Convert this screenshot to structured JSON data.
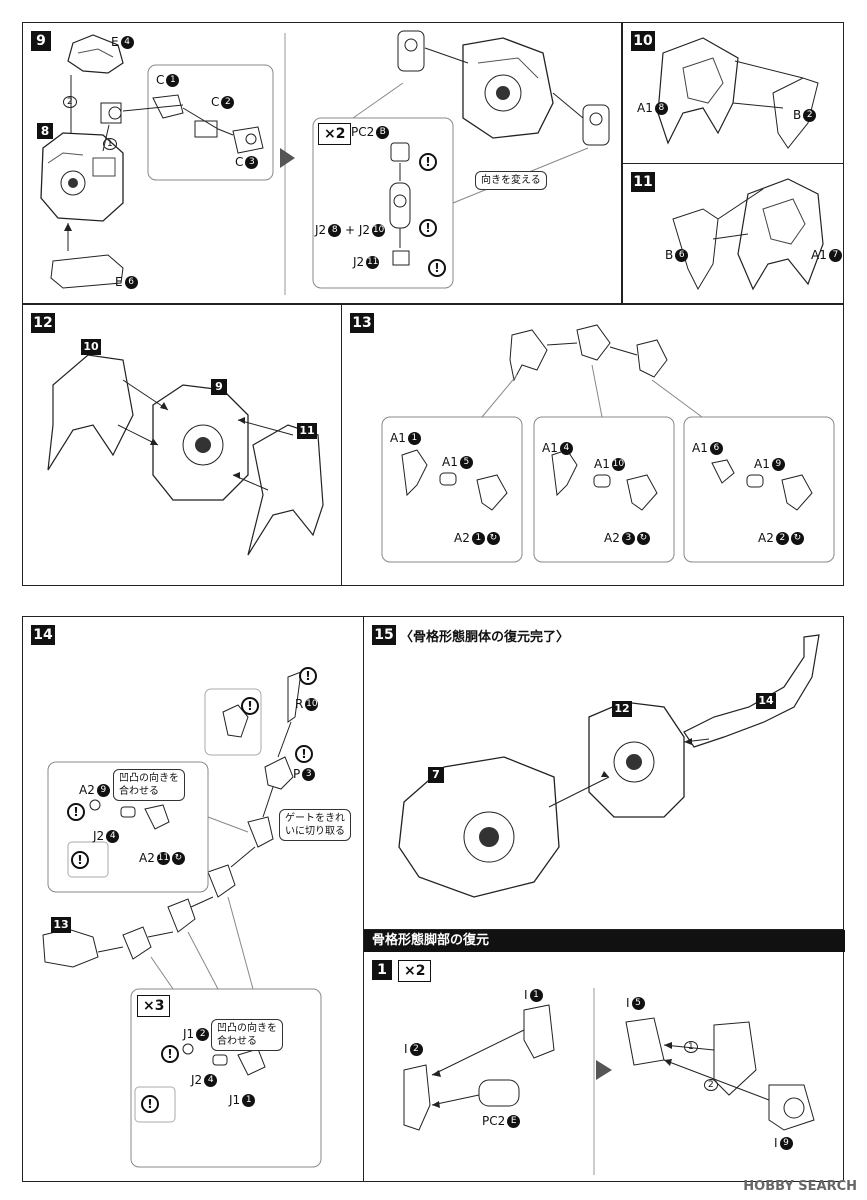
{
  "steps": {
    "s9": {
      "num": "9",
      "e4": "E",
      "e4n": "4",
      "num8": "8",
      "c1": "C",
      "c1n": "1",
      "c2": "C",
      "c2n": "2",
      "c3": "C",
      "c3n": "3",
      "e6": "E",
      "e6n": "6",
      "order1": "1",
      "order2": "2",
      "mult": "×2",
      "pc2": "PC2",
      "pc2n": "B",
      "j2a": "J2",
      "j2an": "8",
      "plus": "+ J2",
      "j2bn": "10",
      "j2c": "J2",
      "j2cn": "11",
      "callout": "向きを変える"
    },
    "s10": {
      "num": "10",
      "a1": "A1",
      "a1n": "8",
      "b": "B",
      "bn": "2"
    },
    "s11": {
      "num": "11",
      "a1": "A1",
      "a1n": "7",
      "b": "B",
      "bn": "6"
    },
    "s12": {
      "num": "12",
      "ref10": "10",
      "ref9": "9",
      "ref11": "11"
    },
    "s13": {
      "num": "13",
      "groups": [
        {
          "a": "A1",
          "an": "1",
          "b": "A1",
          "bn": "5",
          "c": "A2",
          "cn": "1"
        },
        {
          "a": "A1",
          "an": "4",
          "b": "A1",
          "bn": "10",
          "c": "A2",
          "cn": "3"
        },
        {
          "a": "A1",
          "an": "6",
          "b": "A1",
          "bn": "9",
          "c": "A2",
          "cn": "2"
        }
      ]
    },
    "s14": {
      "num": "14",
      "r": "R",
      "rn": "10",
      "p": "P",
      "pn": "3",
      "gate_callout": "ゲートをきれ\nいに切り取る",
      "a2": "A2",
      "a2n": "9",
      "j2": "J2",
      "j2n": "4",
      "a2b": "A2",
      "a2bn": "11",
      "align_callout": "凹凸の向きを\n合わせる",
      "ref13": "13",
      "mult": "×3",
      "j1a": "J1",
      "j1an": "2",
      "j2x": "J2",
      "j2xn": "4",
      "j1b": "J1",
      "j1bn": "1",
      "align_callout2": "凹凸の向きを\n合わせる"
    },
    "s15": {
      "num": "15",
      "title": "〈骨格形態胴体の復元完了〉",
      "ref7": "7",
      "ref12": "12",
      "ref14": "14"
    },
    "leg": {
      "bar_title": "骨格形態脚部の復元",
      "num": "1",
      "mult": "×2",
      "i1": "I",
      "i1n": "1",
      "i2": "I",
      "i2n": "2",
      "pc2": "PC2",
      "pc2n": "E",
      "i5": "I",
      "i5n": "5",
      "i9": "I",
      "i9n": "9",
      "o1": "1",
      "o2": "2"
    }
  },
  "warning_symbol": "!",
  "watermark": "HOBBY SEARCH"
}
